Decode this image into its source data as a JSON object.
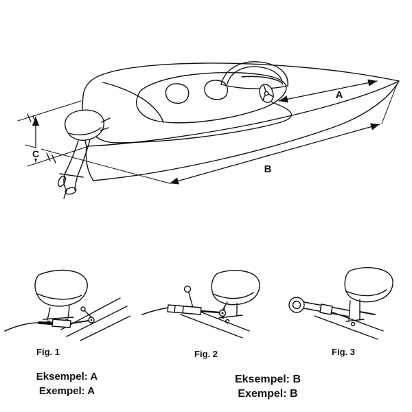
{
  "colors": {
    "ink": "#111111"
  },
  "boat_diagram": {
    "label_a": "A",
    "label_b": "B",
    "label_c": "C"
  },
  "figures": [
    {
      "caption": "Fig. 1"
    },
    {
      "caption": "Fig. 2"
    },
    {
      "caption": "Fig. 3"
    }
  ],
  "examples": {
    "a": {
      "line1": "Eksempel: A",
      "line2": "Exempel: A"
    },
    "b": {
      "line1": "Eksempel: B",
      "line2": "Exempel: B"
    }
  }
}
